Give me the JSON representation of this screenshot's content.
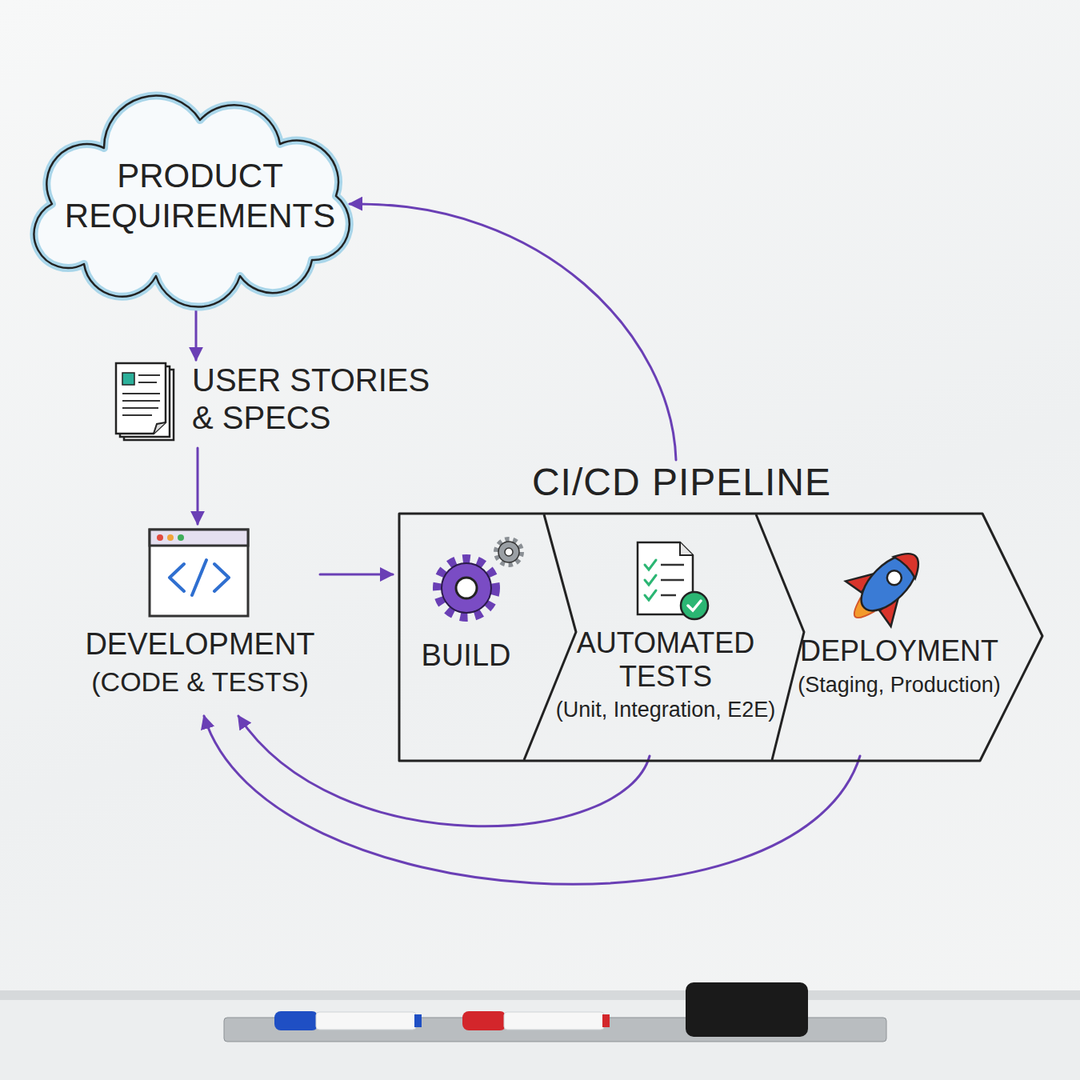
{
  "diagram": {
    "nodes": [
      {
        "text": [
          "PRODUCT REQUIREMENTS"
        ]
      },
      {
        "text": [
          "USER STORIES & SPECS"
        ]
      },
      {
        "text": [
          "DEVELOPMENT",
          "(CODE & TESTS)"
        ]
      },
      {
        "text": [
          "CI/CD PIPELINE"
        ]
      },
      {
        "text": [
          "BUILD"
        ],
        "in": 3
      },
      {
        "text": [
          "AUTOMATED TESTS",
          "(Unit, Integration, E2E)"
        ],
        "in": 3
      },
      {
        "text": [
          "DEPLOYMENT",
          "(Staging, Production)"
        ],
        "in": 3
      }
    ],
    "edges": [
      {
        "from": 0,
        "to": 1,
        "arrow": "to"
      },
      {
        "from": 1,
        "to": 2,
        "arrow": "to"
      },
      {
        "from": 2,
        "to": 3,
        "arrow": "to"
      },
      {
        "from": 3,
        "to": 0,
        "arrow": "to"
      },
      {
        "from": 5,
        "to": 2,
        "arrow": "to"
      },
      {
        "from": 6,
        "to": 2,
        "arrow": "to"
      }
    ]
  }
}
